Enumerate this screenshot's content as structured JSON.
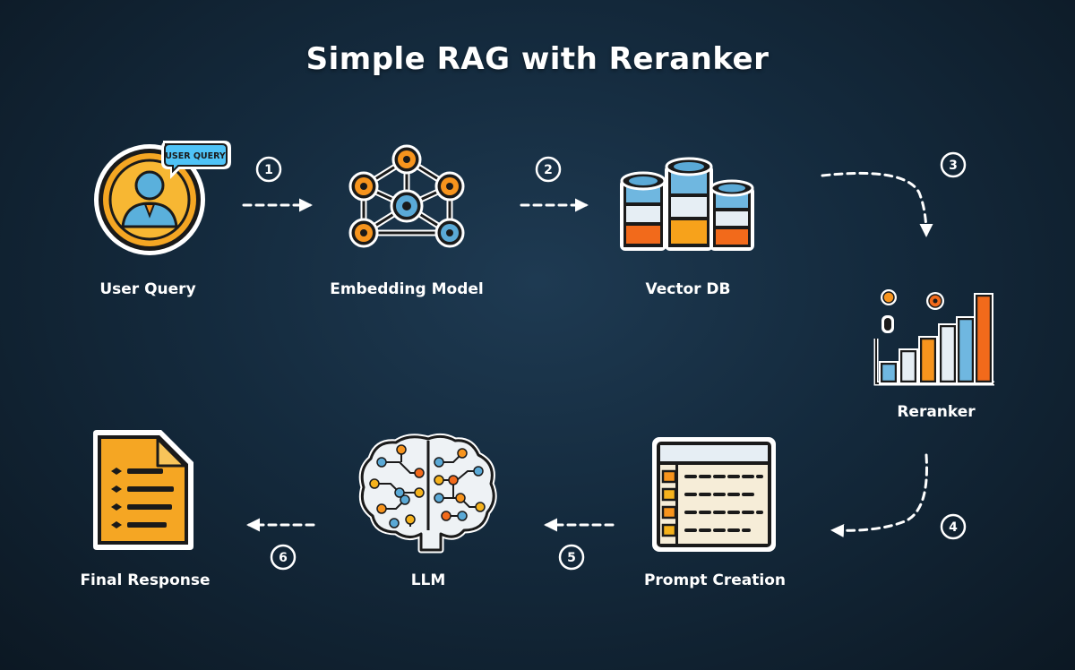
{
  "diagram": {
    "title": "Simple RAG with Reranker",
    "nodes": [
      {
        "id": "user-query",
        "label": "User Query",
        "badge": "USER QUERY"
      },
      {
        "id": "embedding-model",
        "label": "Embedding Model"
      },
      {
        "id": "vector-db",
        "label": "Vector DB"
      },
      {
        "id": "reranker",
        "label": "Reranker"
      },
      {
        "id": "prompt-creation",
        "label": "Prompt Creation"
      },
      {
        "id": "llm",
        "label": "LLM"
      },
      {
        "id": "final-response",
        "label": "Final Response"
      }
    ],
    "steps": [
      "1",
      "2",
      "3",
      "4",
      "5",
      "6"
    ],
    "colors": {
      "orange": "#f7941d",
      "blue": "#5aa9d6",
      "cyan": "#4fc3f7",
      "yellow": "#f5b21c",
      "outline": "#1a1a1a"
    }
  }
}
